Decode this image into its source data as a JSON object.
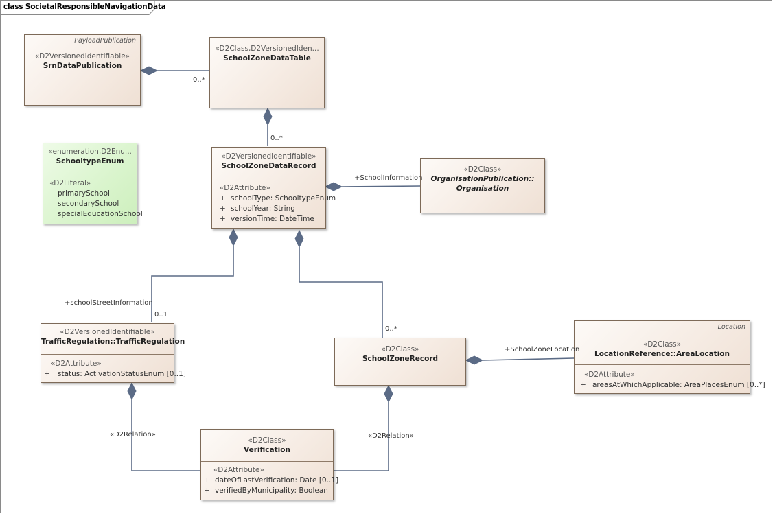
{
  "frame": {
    "title": "class SocietalResponsibleNavigationData"
  },
  "classes": {
    "srn": {
      "tag": "PayloadPublication",
      "stereotype": "«D2VersionedIdentifiable»",
      "name": "SrnDataPublication"
    },
    "table": {
      "stereotype": "«D2Class,D2VersionedIden...",
      "name": "SchoolZoneDataTable"
    },
    "enum": {
      "stereotype": "«enumeration,D2Enu...",
      "name": "SchooltypeEnum",
      "section_stereotype": "«D2Literal»",
      "literals": [
        "primarySchool",
        "secondarySchool",
        "specialEducationSchool"
      ]
    },
    "record": {
      "stereotype": "«D2VersionedIdentifiable»",
      "name": "SchoolZoneDataRecord",
      "section_stereotype": "«D2Attribute»",
      "attributes": [
        {
          "vis": "+",
          "text": "schoolType: SchooltypeEnum"
        },
        {
          "vis": "+",
          "text": "schoolYear: String"
        },
        {
          "vis": "+",
          "text": "versionTime: DateTime"
        }
      ]
    },
    "org": {
      "stereotype": "«D2Class»",
      "name_line1": "OrganisationPublication::",
      "name_line2": "Organisation"
    },
    "traffic": {
      "stereotype": "«D2VersionedIdentifiable»",
      "name": "TrafficRegulation::TrafficRegulation",
      "section_stereotype": "«D2Attribute»",
      "attributes": [
        {
          "vis": "+",
          "text": "status: ActivationStatusEnum [0..1]"
        }
      ]
    },
    "zone": {
      "stereotype": "«D2Class»",
      "name": "SchoolZoneRecord"
    },
    "area": {
      "tag": "Location",
      "stereotype": "«D2Class»",
      "name": "LocationReference::AreaLocation",
      "section_stereotype": "«D2Attribute»",
      "attributes": [
        {
          "vis": "+",
          "text": "areasAtWhichApplicable: AreaPlacesEnum [0..*]"
        }
      ]
    },
    "verif": {
      "stereotype": "«D2Class»",
      "name": "Verification",
      "section_stereotype": "«D2Attribute»",
      "attributes": [
        {
          "vis": "+",
          "text": "dateOfLastVerification: Date [0..1]"
        },
        {
          "vis": "+",
          "text": "verifiedByMunicipality: Boolean"
        }
      ]
    }
  },
  "labels": {
    "table_mult": "0..*",
    "record_mult": "0..*",
    "school_information": "+SchoolInformation",
    "school_street_information": "+schoolStreetInformation",
    "traffic_mult": "0..1",
    "zone_mult": "0..*",
    "school_zone_location": "+SchoolZoneLocation",
    "relation_left": "«D2Relation»",
    "relation_right": "«D2Relation»"
  },
  "colors": {
    "line": "#5b6b86",
    "class_border": "#7d6a58",
    "enum_fill": "#d9f4cc",
    "class_fill": "#f6ece4"
  }
}
